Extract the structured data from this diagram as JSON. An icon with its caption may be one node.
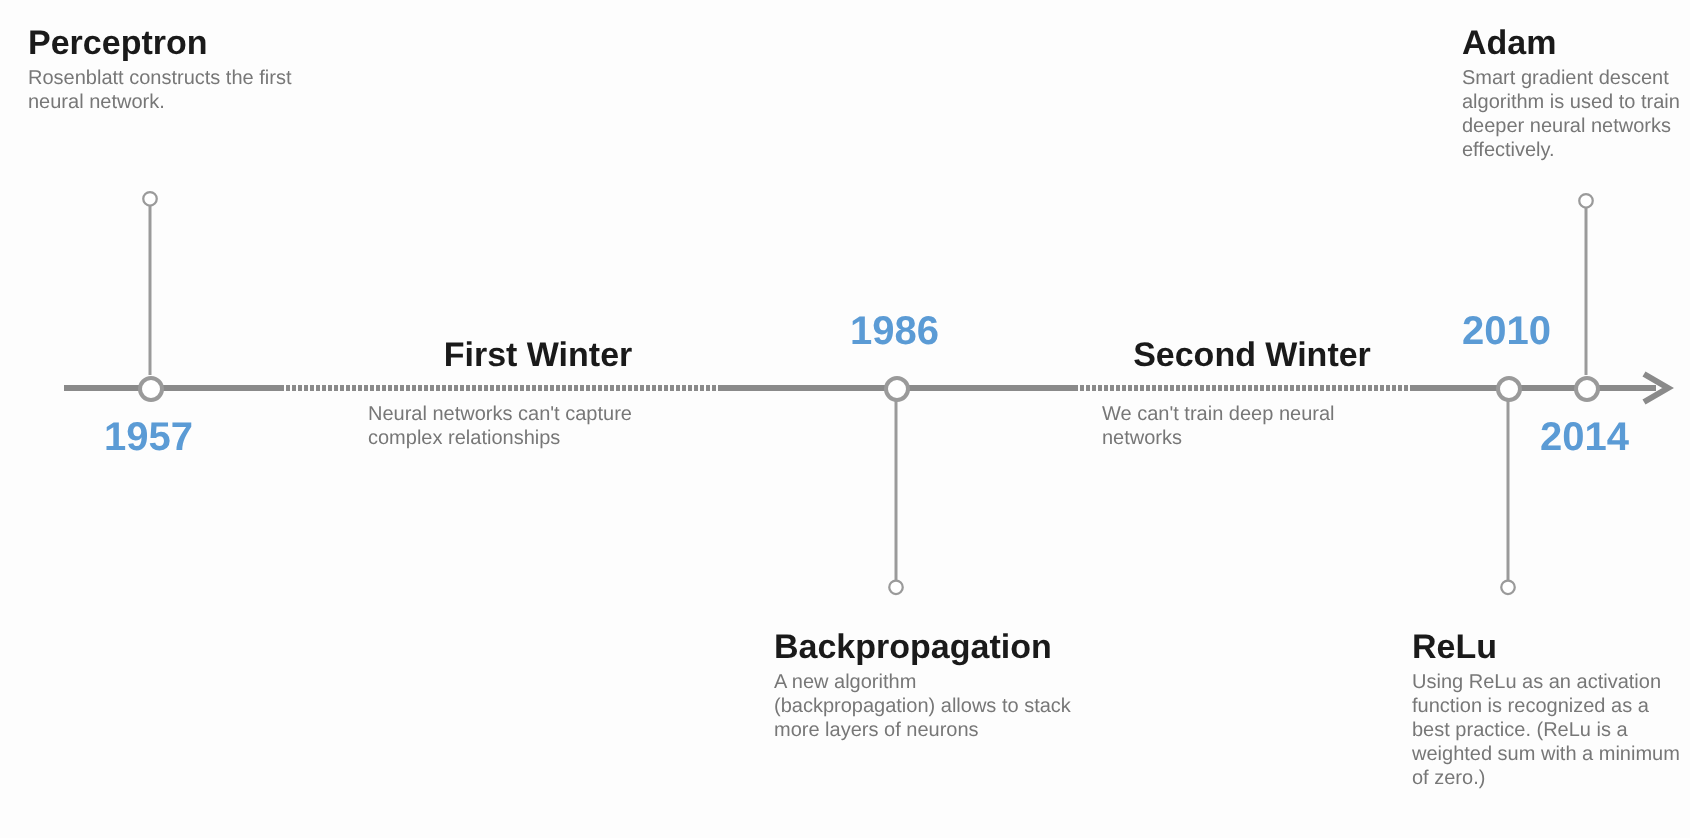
{
  "diagram": {
    "nodes": [
      {
        "text": [
          "Perceptron",
          "Rosenblatt constructs the first neural network."
        ]
      },
      {
        "text": [],
        "shape": "circle",
        "beside": [
          "1957"
        ]
      },
      {
        "text": [
          "First Winter",
          "Neural networks can't capture complex relationships"
        ]
      },
      {
        "text": [],
        "shape": "circle",
        "beside": [
          "1986"
        ]
      },
      {
        "text": [
          "Backpropagation",
          "A new algorithm (backpropagation) allows to stack more layers of neurons"
        ]
      },
      {
        "text": [
          "Second Winter",
          "We can't train deep neural networks"
        ]
      },
      {
        "text": [],
        "shape": "circle",
        "beside": [
          "2010"
        ]
      },
      {
        "text": [
          "ReLu",
          "Using ReLu as an activation function is recognized as a best practice. (ReLu is a weighted sum with a minimum of zero.)"
        ]
      },
      {
        "text": [],
        "shape": "circle",
        "beside": [
          "2014"
        ]
      },
      {
        "text": [
          "Adam",
          "Smart gradient descent algorithm is used to train deeper neural networks effectively."
        ]
      }
    ],
    "edges": [
      {
        "from": 1,
        "to": 0,
        "arrow": "other"
      },
      {
        "from": 3,
        "to": 4,
        "arrow": "other"
      },
      {
        "from": 6,
        "to": 7,
        "arrow": "other"
      },
      {
        "from": 8,
        "to": 9,
        "arrow": "other"
      }
    ]
  }
}
